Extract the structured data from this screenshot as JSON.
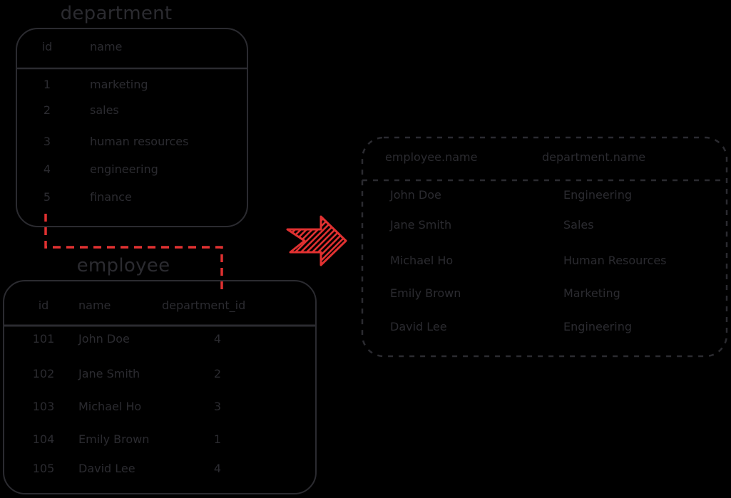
{
  "colors": {
    "background": "#000000",
    "stroke": "#2b2b30",
    "accent_red": "#e03131"
  },
  "department_table": {
    "title": "department",
    "columns": {
      "id": "id",
      "name": "name"
    },
    "rows": [
      {
        "id": "1",
        "name": "marketing"
      },
      {
        "id": "2",
        "name": "sales"
      },
      {
        "id": "3",
        "name": "human resources"
      },
      {
        "id": "4",
        "name": "engineering"
      },
      {
        "id": "5",
        "name": "finance"
      }
    ]
  },
  "employee_table": {
    "title": "employee",
    "columns": {
      "id": "id",
      "name": "name",
      "department_id": "department_id"
    },
    "rows": [
      {
        "id": "101",
        "name": "John Doe",
        "department_id": "4"
      },
      {
        "id": "102",
        "name": "Jane Smith",
        "department_id": "2"
      },
      {
        "id": "103",
        "name": "Michael Ho",
        "department_id": "3"
      },
      {
        "id": "104",
        "name": "Emily Brown",
        "department_id": "1"
      },
      {
        "id": "105",
        "name": "David Lee",
        "department_id": "4"
      }
    ]
  },
  "result_table": {
    "columns": {
      "employee_name": "employee.name",
      "department_name": "department.name"
    },
    "rows": [
      {
        "employee_name": "John Doe",
        "department_name": "Engineering"
      },
      {
        "employee_name": "Jane Smith",
        "department_name": "Sales"
      },
      {
        "employee_name": "Michael Ho",
        "department_name": "Human Resources"
      },
      {
        "employee_name": "Emily Brown",
        "department_name": "Marketing"
      },
      {
        "employee_name": "David Lee",
        "department_name": "Engineering"
      }
    ]
  },
  "icons": {
    "join_arrow": "hatched-right-arrow",
    "join_connector": "red-dashed-connector"
  }
}
